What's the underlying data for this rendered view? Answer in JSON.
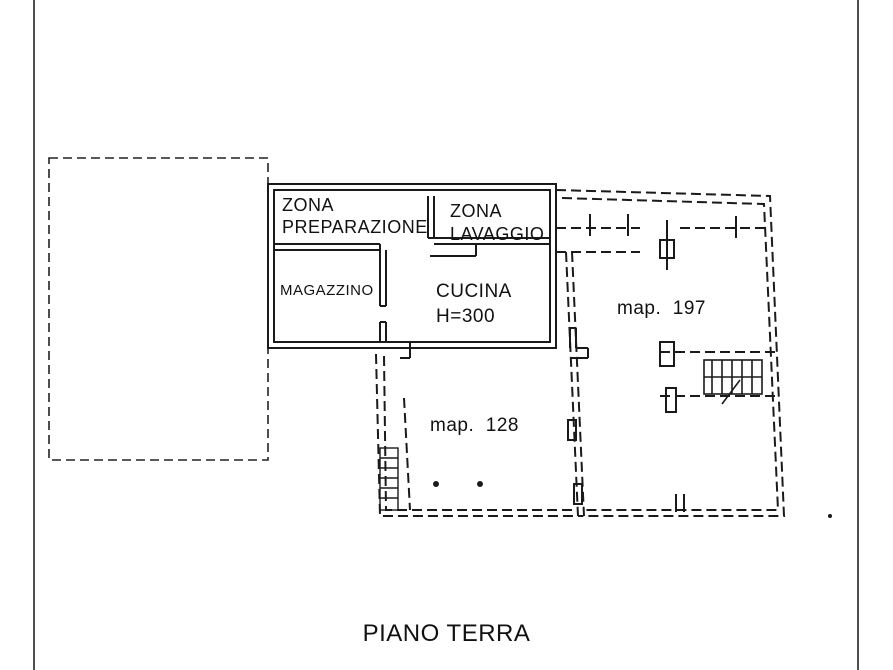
{
  "plan": {
    "title": "PIANO TERRA",
    "rooms": {
      "zona_preparazione": [
        "ZONA",
        "PREPARAZIONE"
      ],
      "zona_lavaggio": [
        "ZONA",
        "LAVAGGIO"
      ],
      "magazzino": "MAGAZZINO",
      "cucina": [
        "CUCINA",
        "H=300"
      ],
      "map_197": "map.  197",
      "map_128": "map.  128"
    }
  },
  "colors": {
    "ink": "#1a1a1a",
    "paper": "#ffffff"
  }
}
